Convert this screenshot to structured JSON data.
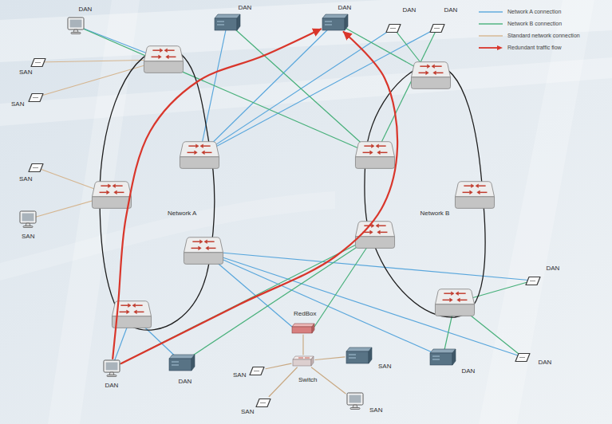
{
  "diagram": {
    "nodes": [
      {
        "text": [
          "DAN"
        ]
      },
      {
        "text": [
          "DAN"
        ]
      },
      {
        "text": [
          "DAN"
        ]
      },
      {
        "text": [
          "DAN"
        ]
      },
      {
        "text": [
          "DAN"
        ]
      },
      {
        "text": [
          "SAN"
        ]
      },
      {
        "text": [
          "SAN"
        ]
      },
      {
        "text": [
          "SAN"
        ]
      },
      {
        "text": [
          "SAN"
        ]
      },
      {
        "text": [
          "DAN"
        ]
      },
      {
        "text": [
          "RedBox"
        ]
      },
      {
        "text": [
          "DAN"
        ]
      },
      {
        "text": [
          "DAN"
        ]
      },
      {
        "text": [
          "DAN"
        ]
      },
      {
        "text": [
          "Switch"
        ]
      },
      {
        "text": [
          "SAN"
        ]
      },
      {
        "text": [
          "SAN"
        ]
      },
      {
        "text": [
          "DAN"
        ]
      },
      {
        "text": [
          "SAN"
        ]
      },
      {
        "text": [
          "SAN"
        ]
      }
    ],
    "edges": [
      {
        "from": 12,
        "to": 2,
        "arrow": "to"
      },
      {
        "from": 12,
        "to": 2,
        "arrow": "to"
      },
      {
        "from": 10,
        "to": 14,
        "arrow": "none"
      },
      {
        "from": 14,
        "to": 15,
        "arrow": "none"
      },
      {
        "from": 14,
        "to": 16,
        "arrow": "none"
      },
      {
        "from": 14,
        "to": 18,
        "arrow": "none"
      },
      {
        "from": 14,
        "to": 19,
        "arrow": "none"
      }
    ],
    "labels": [
      "Network A",
      "Network B"
    ],
    "legend": [
      {
        "text": "Network A connection"
      },
      {
        "text": "Network B connection"
      },
      {
        "text": "Standard network connection"
      },
      {
        "text": "Redundant traffic flow"
      }
    ]
  }
}
